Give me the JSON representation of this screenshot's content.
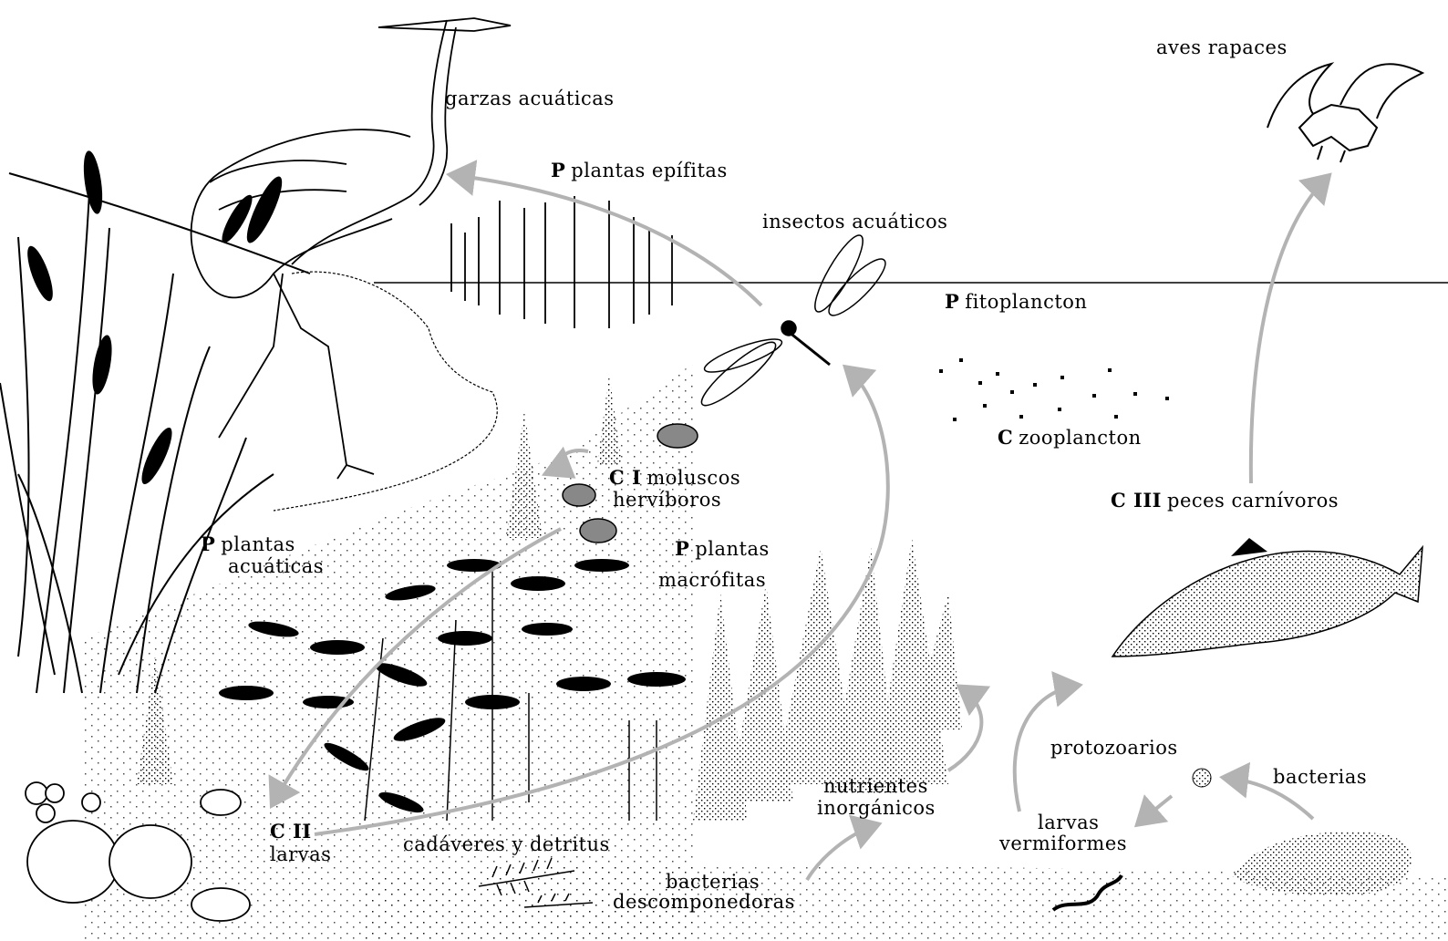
{
  "labels": {
    "garzas": "garzas acuáticas",
    "aves": "aves rapaces",
    "epifitas_prefix": "P",
    "epifitas": "plantas epífitas",
    "insectos": "insectos acuáticos",
    "fito_prefix": "P",
    "fito": "fitoplancton",
    "zoo_prefix": "C",
    "zoo": "zooplancton",
    "moluscos_prefix": "C I",
    "moluscos_1": "moluscos",
    "moluscos_2": "hervíboros",
    "peces_prefix": "C III",
    "peces": "peces carnívoros",
    "acuaticas_prefix": "P",
    "acuaticas_1": "plantas",
    "acuaticas_2": "acuáticas",
    "macro_prefix": "P",
    "macro_1": "plantas",
    "macro_2": "macrófitas",
    "protozoarios": "protozoarios",
    "bacterias": "bacterias",
    "nutrientes_1": "nutrientes",
    "nutrientes_2": "inorgánicos",
    "larvasv_1": "larvas",
    "larvasv_2": "vermiformes",
    "cii_prefix": "C II",
    "cii": "larvas",
    "cadaveres": "cadáveres y detritus",
    "bacdesc_1": "bacterias",
    "bacdesc_2": "descomponedoras"
  },
  "colors": {
    "arrow": "#b3b3b3",
    "ink": "#000000"
  },
  "icons": [
    "heron-icon",
    "raptor-icon",
    "dragonfly-icon",
    "fish-icon",
    "snail-icon",
    "worm-icon",
    "cattail-icon",
    "protozoan-icon"
  ]
}
